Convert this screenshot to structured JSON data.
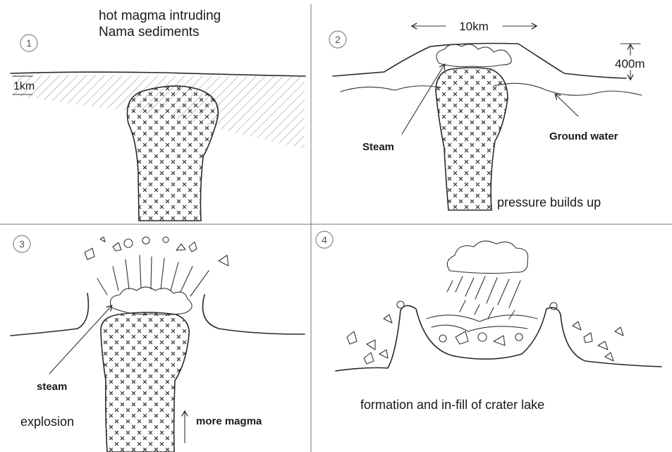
{
  "panels": [
    {
      "number": "1",
      "caption_line1": "hot magma intruding",
      "caption_line2": "Nama sediments",
      "depth_label": "1km"
    },
    {
      "number": "2",
      "width_label": "10km",
      "height_label": "400m",
      "steam_label": "Steam",
      "groundwater_label": "Ground water",
      "caption": "pressure builds up"
    },
    {
      "number": "3",
      "steam_label": "steam",
      "explosion_label": "explosion",
      "magma_label": "more magma"
    },
    {
      "number": "4",
      "caption": "formation and in-fill of crater lake"
    }
  ]
}
